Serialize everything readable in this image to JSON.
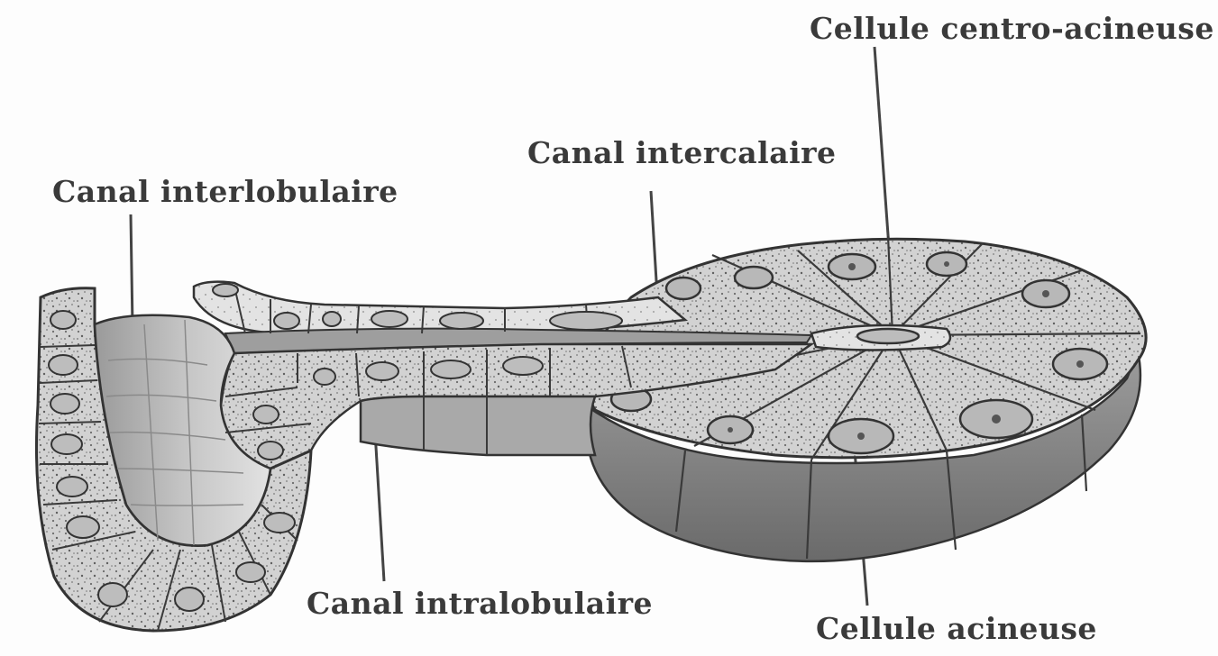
{
  "labels": {
    "cellule_centro_acineuse": "Cellule centro-acineuse",
    "canal_intercalaire": "Canal intercalaire",
    "canal_interlobulaire": "Canal interlobulaire",
    "canal_intralobulaire": "Canal intralobulaire",
    "cellule_acineuse": "Cellule acineuse"
  },
  "colors": {
    "ink": "#3a3a3a",
    "cell_fill": "#c9c9c9",
    "lumen_fill": "#b5b5b5",
    "shadow_fill": "#8d8d8d"
  }
}
